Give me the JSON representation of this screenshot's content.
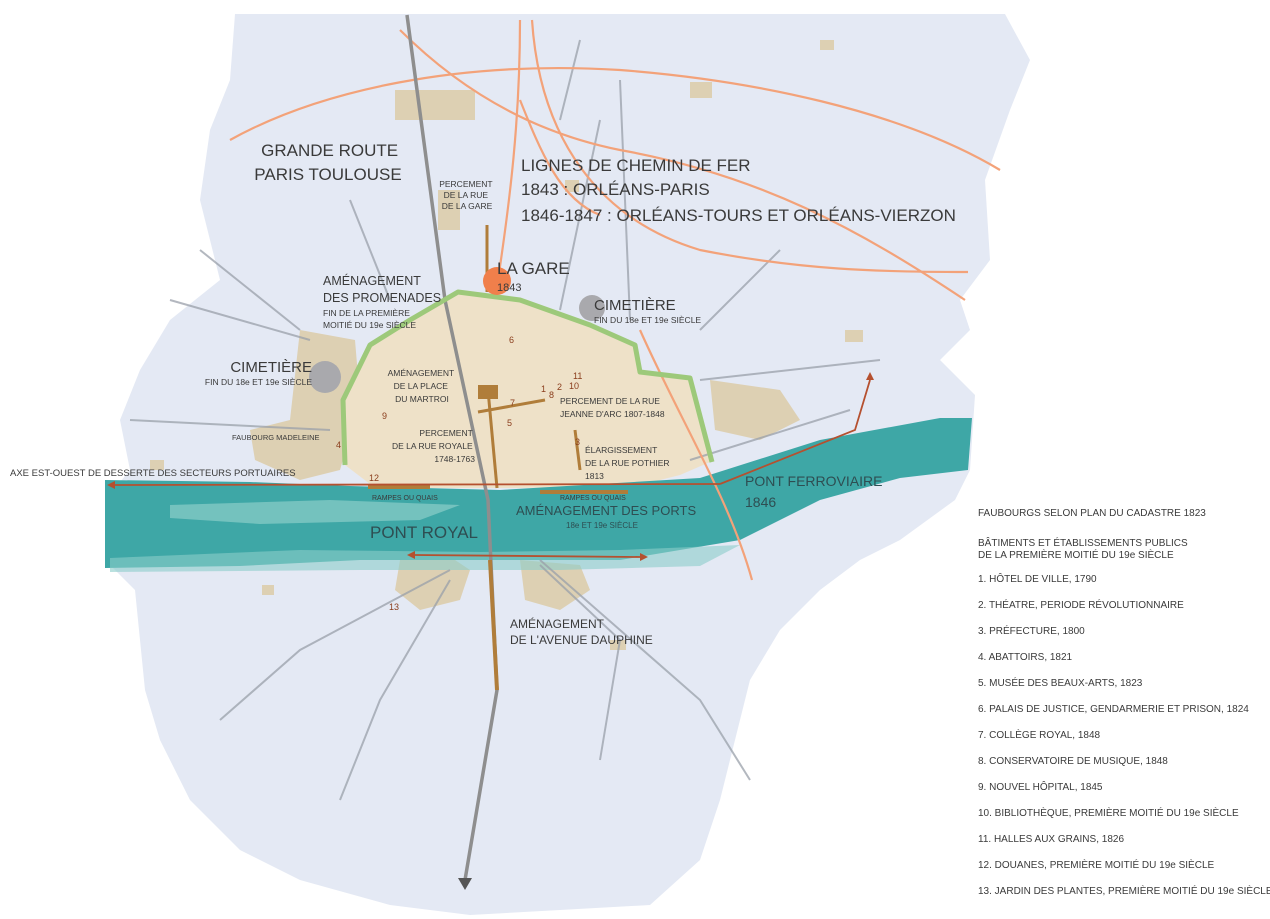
{
  "labels": {
    "grande_route": [
      "GRANDE ROUTE",
      "PARIS TOULOUSE"
    ],
    "chemin_de_fer": [
      "LIGNES DE CHEMIN DE FER",
      "1843 : ORLÉANS-PARIS",
      "1846-1847 : ORLÉANS-TOURS ET ORLÉANS-VIERZON"
    ],
    "percement_gare": [
      "PERCEMENT",
      "DE LA RUE",
      "DE LA GARE"
    ],
    "la_gare": "LA GARE",
    "la_gare_year": "1843",
    "promenades": [
      "AMÉNAGEMENT",
      "DES PROMENADES"
    ],
    "promenades_date": [
      "FIN DE LA PREMIÈRE",
      "MOITIÉ DU 19e SIÈCLE"
    ],
    "cimetiere_east": "CIMETIÈRE",
    "cimetiere_east_date": "FIN DU 18e ET 19e SIÈCLE",
    "cimetiere_west": "CIMETIÈRE",
    "cimetiere_west_date": "FIN DU 18e ET 19e SIÈCLE",
    "martroi": [
      "AMÉNAGEMENT",
      "DE LA PLACE",
      "DU MARTROI"
    ],
    "jeanne_darc": [
      "PERCEMENT DE LA RUE",
      "JEANNE D'ARC 1807-1848"
    ],
    "rue_royale": [
      "PERCEMENT",
      "DE LA RUE ROYALE",
      "1748-1763"
    ],
    "rue_pothier": [
      "ÉLARGISSEMENT",
      "DE LA RUE POTHIER",
      "1813"
    ],
    "faubourg_madeleine": "FAUBOURG MADELEINE",
    "axe_est_ouest": "AXE EST-OUEST DE DESSERTE DES SECTEURS PORTUAIRES",
    "rampes_left": "RAMPES OU QUAIS",
    "rampes_right": "RAMPES OU QUAIS",
    "pont_ferroviaire": [
      "PONT FERROVIAIRE",
      "1846"
    ],
    "pont_royal": "PONT ROYAL",
    "amenagement_ports": "AMÉNAGEMENT DES PORTS",
    "amenagement_ports_date": "18e ET 19e SIÈCLE",
    "avenue_dauphine": [
      "AMÉNAGEMENT",
      "DE L'AVENUE DAUPHINE"
    ]
  },
  "markers": [
    "1",
    "2",
    "3",
    "4",
    "5",
    "6",
    "7",
    "8",
    "9",
    "10",
    "11",
    "12",
    "13"
  ],
  "legend": {
    "title": "FAUBOURGS SELON PLAN DU CADASTRE 1823",
    "subtitle": [
      "BÂTIMENTS ET ÉTABLISSEMENTS PUBLICS",
      "DE LA PREMIÈRE MOITIÉ DU 19e SIÈCLE"
    ],
    "items": [
      "1. HÔTEL DE VILLE, 1790",
      "2. THÉATRE, PERIODE RÉVOLUTIONNAIRE",
      "3. PRÉFECTURE, 1800",
      "4. ABATTOIRS, 1821",
      "5. MUSÉE DES BEAUX-ARTS, 1823",
      "6. PALAIS DE JUSTICE, GENDARMERIE ET PRISON, 1824",
      "7. COLLÈGE ROYAL, 1848",
      "8. CONSERVATOIRE DE MUSIQUE, 1848",
      "9. NOUVEL HÔPITAL, 1845",
      "10. BIBLIOTHÈQUE, PREMIÈRE MOITIÉ DU 19e SIÈCLE",
      "11. HALLES AUX GRAINS, 1826",
      "12. DOUANES, PREMIÈRE MOITIÉ DU 19e SIÈCLE",
      "13. JARDIN DES PLANTES, PREMIÈRE MOITIÉ DU 19e SIÈCLE"
    ]
  },
  "colors": {
    "territory": "#e4e9f4",
    "faubourg": "#ddd0b3",
    "old_city": "#eee1c8",
    "river": "#3ea7a6",
    "river_light": "#8ccdc9",
    "boulevard_green": "#9dc97a",
    "railway_orange": "#f3a279",
    "route_grey": "#8e8e8e",
    "brown_axis": "#b07d3a",
    "red_axis": "#b5502f",
    "cemetery_grey": "#a9a9ad",
    "station_orange": "#f07f4b",
    "text": "#3a3a3a"
  }
}
